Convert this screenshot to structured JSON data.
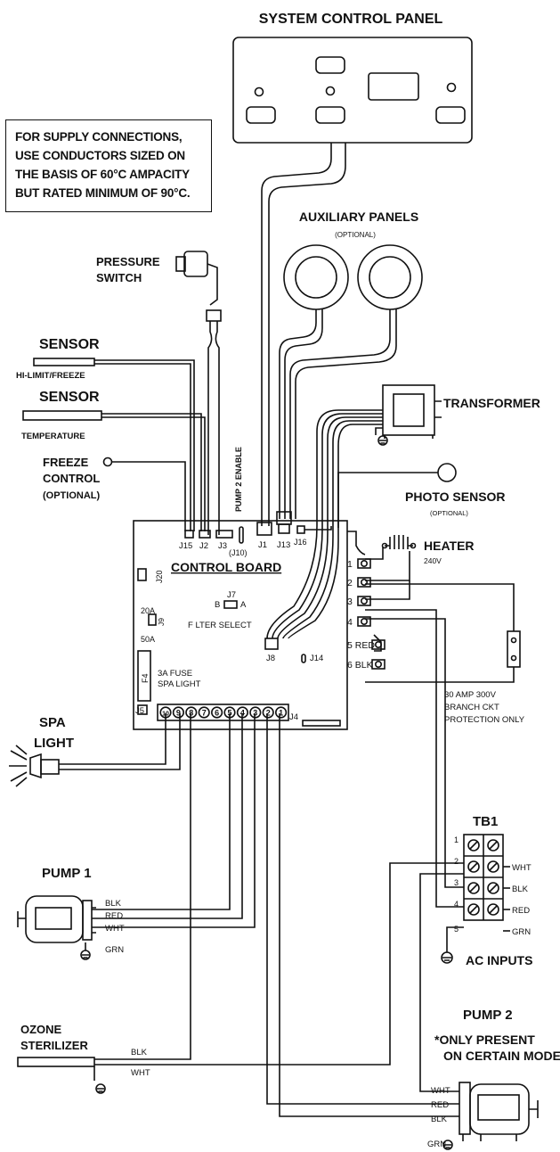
{
  "labels": {
    "system_control_panel": "SYSTEM CONTROL PANEL",
    "supply_note": [
      "FOR SUPPLY CONNECTIONS,",
      "USE CONDUCTORS SIZED ON",
      "THE BASIS OF 60°C AMPACITY",
      "BUT RATED MINIMUM OF 90°C."
    ],
    "auxiliary_panels": "AUXILIARY PANELS",
    "auxiliary_optional": "(OPTIONAL)",
    "pressure_switch": [
      "PRESSURE",
      "SWITCH"
    ],
    "sensor": "SENSOR",
    "hi_limit": "HI-LIMIT/FREEZE",
    "temperature": "TEMPERATURE",
    "freeze_control": [
      "FREEZE",
      "CONTROL",
      "(OPTIONAL)"
    ],
    "pump2_enable": "PUMP 2 ENABLE",
    "transformer": "TRANSFORMER",
    "photo_sensor": "PHOTO SENSOR",
    "photo_optional": "(OPTIONAL)",
    "heater": "HEATER",
    "heater_voltage": "240V",
    "control_board": "CONTROL BOARD",
    "filter_select": "F LTER SELECT",
    "fuse": [
      "3A FUSE",
      "SPA LIGHT"
    ],
    "amp_20": "20A",
    "amp_50": "50A",
    "breaker": [
      "30 AMP 300V",
      "BRANCH CKT",
      "PROTECTION  ONLY"
    ],
    "spa_light": [
      "SPA",
      "LIGHT"
    ],
    "pump1": "PUMP 1",
    "tb1": "TB1",
    "ac_inputs": "AC INPUTS",
    "ozone": [
      "OZONE",
      "STERILIZER"
    ],
    "pump2": "PUMP 2",
    "pump2_note": [
      "*ONLY PRESENT",
      "ON CERTAIN MODELS"
    ]
  },
  "connectors": {
    "j15": "J15",
    "j2": "J2",
    "j3": "J3",
    "j10": "(J10)",
    "j1": "J1",
    "j13": "J13",
    "j16": "J16",
    "j20": "J20",
    "j7": "J7",
    "b": "B",
    "a": "A",
    "j9": "J9",
    "j8": "J8",
    "j14": "J14",
    "f4": "F4",
    "j5": "J5",
    "j4": "J4"
  },
  "heater_terminals": [
    "1",
    "2",
    "3",
    "4",
    "5 RED",
    "6 BLK"
  ],
  "j4_pins": [
    "10",
    "9",
    "8",
    "7",
    "6",
    "5",
    "4",
    "3",
    "2",
    "1"
  ],
  "tb1_rows": [
    "1",
    "2",
    "3",
    "4",
    "5"
  ],
  "tb1_wires": [
    "WHT",
    "BLK",
    "RED",
    "GRN"
  ],
  "pump1_wires": [
    "BLK",
    "RED",
    "WHT",
    "GRN"
  ],
  "ozone_wires": [
    "BLK",
    "WHT"
  ],
  "pump2_wires": [
    "WHT",
    "RED",
    "BLK",
    "GRN"
  ]
}
